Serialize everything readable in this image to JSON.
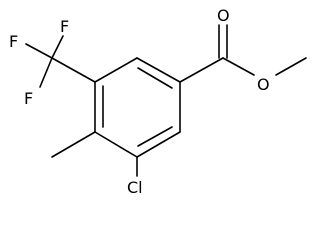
{
  "molecule": {
    "atoms": {
      "fluorine_top_left": "F",
      "fluorine_top_right": "F",
      "fluorine_left": "F",
      "carbonyl_oxygen": "O",
      "ester_oxygen": "O",
      "chlorine": "Cl"
    },
    "colors": {
      "line": "#000000",
      "text": "#000000",
      "background": "#ffffff"
    }
  }
}
